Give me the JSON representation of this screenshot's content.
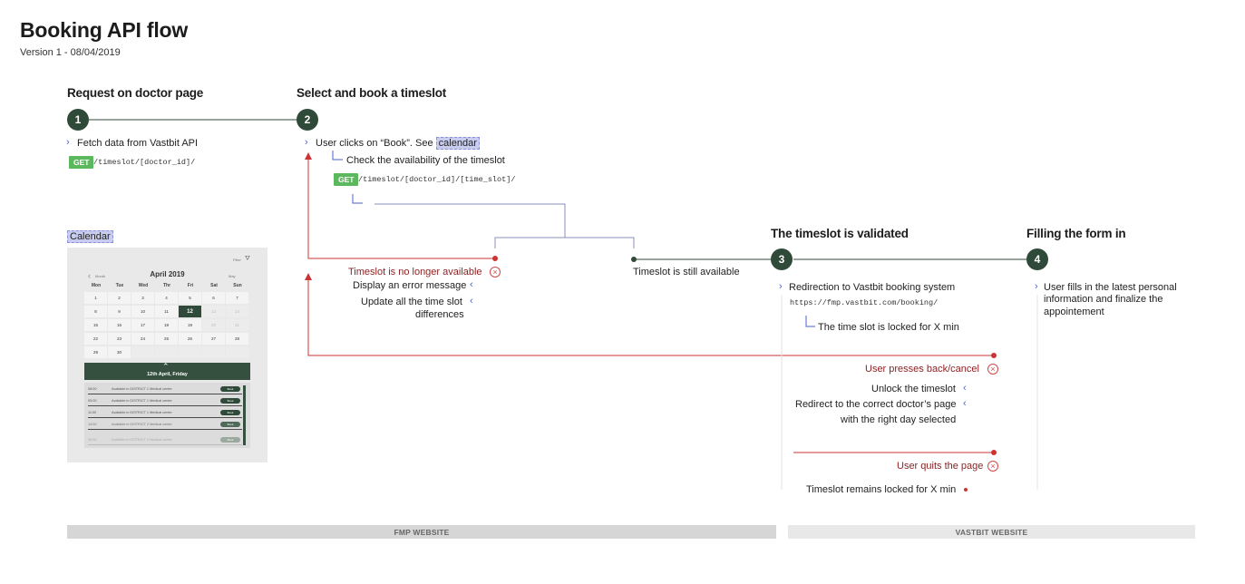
{
  "header": {
    "title": "Booking API flow",
    "version": "Version 1 - 08/04/2019"
  },
  "steps": [
    {
      "number": "1",
      "title": "Request on doctor page"
    },
    {
      "number": "2",
      "title": "Select and book a timeslot"
    },
    {
      "number": "3",
      "title": "The timeslot is validated"
    },
    {
      "number": "4",
      "title": "Filling the form in"
    }
  ],
  "step1": {
    "fetch": "Fetch data from Vastbit API",
    "method": "GET",
    "endpoint": "/timeslot/[doctor_id]/"
  },
  "step2": {
    "clicks": "User clicks on “Book”. See",
    "calendar_link": "calendar",
    "check": "Check the availability of the timeslot",
    "method": "GET",
    "endpoint": "/timeslot/[doctor_id]/[time_slot]/",
    "unavailable": "Timeslot is no longer available",
    "error_msg": "Display an error message",
    "update": "Update all the time slot",
    "update2": "differences",
    "available": "Timeslot is still available"
  },
  "step3": {
    "redirect": "Redirection to Vastbit booking system",
    "url": "https://fmp.vastbit.com/booking/",
    "locked": "The time slot is locked for X min",
    "back": "User presses back/cancel",
    "unlock": "Unlock the timeslot",
    "redirect_doctor": "Redirect to the correct doctor’s page",
    "redirect_doctor2": "with the right day selected",
    "quits": "User quits the page",
    "remains": "Timeslot remains locked for X min"
  },
  "step4": {
    "fill1": "User fills in the latest personal",
    "fill2": "information and finalize the",
    "fill3": "appointement"
  },
  "calendar": {
    "label": "Calendar",
    "filter": "Filter",
    "prev": "Month",
    "next": "May",
    "month": "April 2019",
    "weekdays": [
      "Mon",
      "Tue",
      "Wed",
      "Thr",
      "Fri",
      "Sat",
      "Sun"
    ],
    "weeks": [
      [
        "1",
        "2",
        "3",
        "4",
        "5",
        "6",
        "7"
      ],
      [
        "8",
        "9",
        "10",
        "11",
        "12",
        "13",
        "14"
      ],
      [
        "15",
        "16",
        "17",
        "18",
        "19",
        "20",
        "21"
      ],
      [
        "22",
        "23",
        "24",
        "25",
        "26",
        "27",
        "28"
      ],
      [
        "29",
        "30",
        "",
        "",
        "",
        "",
        ""
      ]
    ],
    "selected_day": "12",
    "day_title": "12th April, Friday",
    "slots": [
      {
        "time": "08:00",
        "label": "Available in DISTRICT 1 Medical center",
        "btn": "Book"
      },
      {
        "time": "09:00",
        "label": "Available in DISTRICT 1 Medical center",
        "btn": "Book"
      },
      {
        "time": "11:00",
        "label": "Available in DISTRICT 1 Medical center",
        "btn": "Book"
      },
      {
        "time": "14:00",
        "label": "Available in DISTRICT 2 Medical center",
        "btn": "Book"
      },
      {
        "time": "16:00",
        "label": "Available in DISTRICT 2 Medical center",
        "btn": "Book"
      }
    ]
  },
  "footer": {
    "left": "FMP WEBSITE",
    "right": "VASTBIT WEBSITE"
  },
  "colors": {
    "accent": "#2f4a38",
    "error": "#d34848",
    "link": "#4b5fd1",
    "get": "#5cb85c"
  }
}
